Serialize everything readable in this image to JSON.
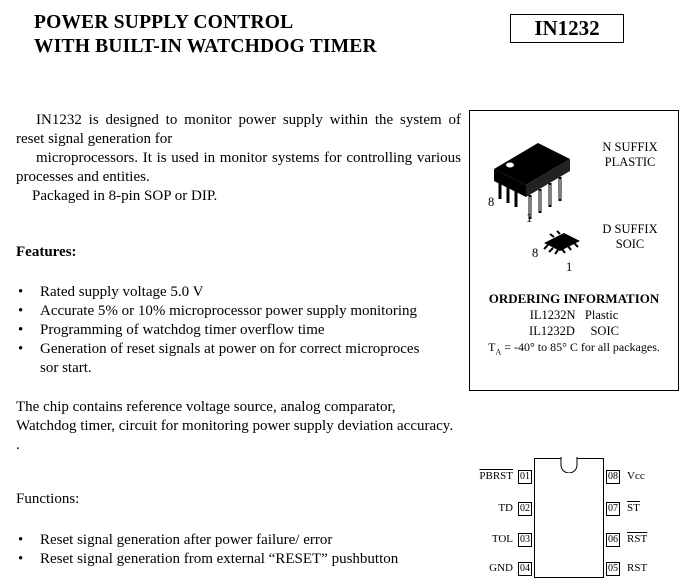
{
  "header": {
    "title_line1": "POWER SUPPLY CONTROL",
    "title_line2": "WITH BUILT-IN WATCHDOG TIMER",
    "part_number": "IN1232"
  },
  "description": {
    "line1": "IN1232 is designed to monitor power supply within the system of reset signal generation for",
    "line2": "microprocessors. It is used in monitor systems for controlling various processes and entities.",
    "line3": "Packaged in 8-pin SOP or DIP."
  },
  "features": {
    "heading": "Features:",
    "items": [
      "Rated supply voltage 5.0 V",
      "Accurate 5% or 10% microprocessor power supply  monitoring",
      "Programming of watchdog timer overflow time",
      "Generation of reset signals at power on for correct  microproces sor start."
    ]
  },
  "chip_description": {
    "line1": "The chip contains reference voltage source, analog comparator,",
    "line2": "Watchdog timer, circuit for monitoring power supply deviation accuracy.",
    "line3": "."
  },
  "functions": {
    "heading": "Functions:",
    "items": [
      "Reset signal generation after power failure/ error",
      "Reset signal generation from external “RESET”  pushbutton"
    ]
  },
  "packages": {
    "dip": {
      "suffix": "N SUFFIX",
      "type": "PLASTIC",
      "pin_first": "8",
      "pin_last": "1"
    },
    "soic": {
      "suffix": "D SUFFIX",
      "type": "SOIC",
      "pin_first": "8",
      "pin_last": "1"
    },
    "ordering": {
      "heading": "ORDERING INFORMATION",
      "rows": [
        {
          "part": "IL1232N",
          "pkg": "Plastic"
        },
        {
          "part": "IL1232D",
          "pkg": "SOIC"
        }
      ],
      "temp_prefix": "T",
      "temp_sub": "A",
      "temp_text": " = -40° to 85° C for all packages."
    }
  },
  "pinout": {
    "left": [
      {
        "name": "PBRST",
        "num": "01",
        "overline": true
      },
      {
        "name": "TD",
        "num": "02",
        "overline": false
      },
      {
        "name": "TOL",
        "num": "03",
        "overline": false
      },
      {
        "name": "GND",
        "num": "04",
        "overline": false
      }
    ],
    "right": [
      {
        "name": "Vcc",
        "num": "08",
        "overline": false
      },
      {
        "name": "ST",
        "num": "07",
        "overline": true
      },
      {
        "name": "RST",
        "num": "06",
        "overline": true
      },
      {
        "name": "RST",
        "num": "05",
        "overline": false
      }
    ]
  }
}
